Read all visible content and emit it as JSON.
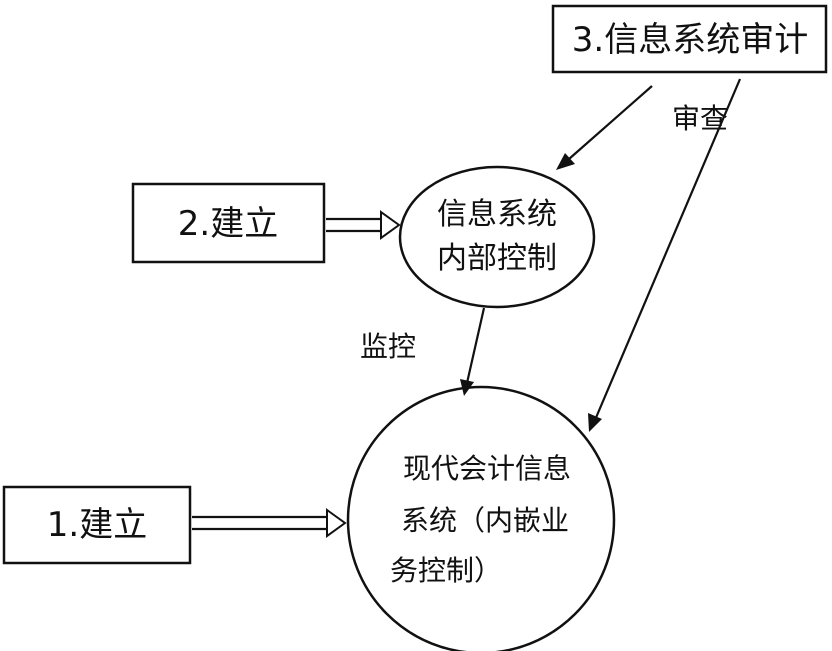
{
  "diagram": {
    "boxes": {
      "audit": "3.信息系统审计",
      "build_control": "2.建立",
      "build_system": "1.建立"
    },
    "nodes": {
      "internal_control": {
        "line1": "信息系统",
        "line2": "内部控制"
      },
      "accounting_system": {
        "line1": "现代会计信息",
        "line2": "系统（内嵌业",
        "line3": "务控制）"
      }
    },
    "edges": {
      "review": "审查",
      "monitor": "监控"
    },
    "colors": {
      "stroke": "#111111",
      "background": "#ffffff"
    }
  }
}
